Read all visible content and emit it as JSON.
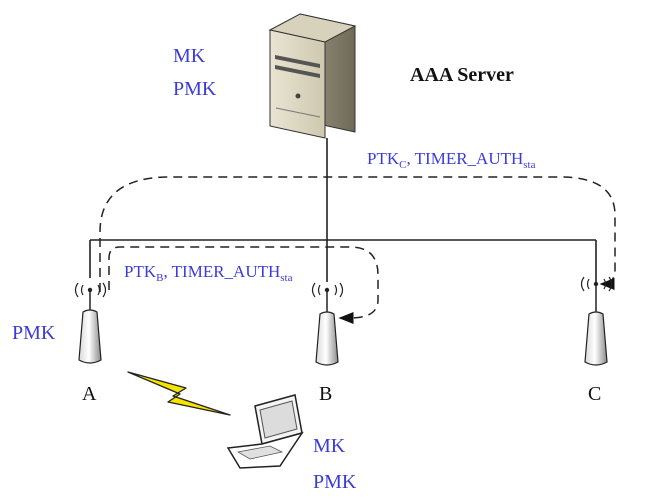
{
  "server": {
    "title": "AAA Server",
    "keys_line1": "MK",
    "keys_line2": "PMK"
  },
  "access_points": [
    {
      "label": "A",
      "keys": "PMK"
    },
    {
      "label": "B"
    },
    {
      "label": "C"
    }
  ],
  "messages": {
    "to_b": {
      "main": "PTK",
      "sub": "B",
      "mid": ", TIMER_AUTH",
      "sub2": "sta"
    },
    "to_c": {
      "main": "PTK",
      "sub": "C",
      "mid": ", TIMER_AUTH",
      "sub2": "sta"
    }
  },
  "station": {
    "keys_line1": "MK",
    "keys_line2": "PMK"
  },
  "colors": {
    "key_text": "#3b3bd6",
    "label_text": "#111111",
    "lightning": "#f5e400"
  }
}
